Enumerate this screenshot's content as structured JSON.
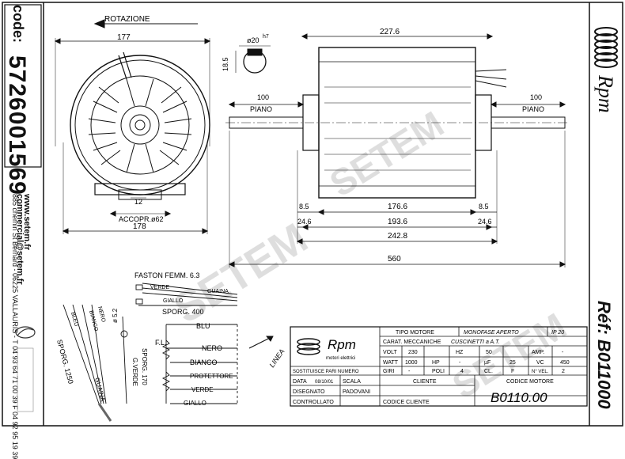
{
  "left_strip": {
    "code_label": "code:",
    "code_value": "5726001569",
    "website": "www.setem.fr",
    "email": "commercial@setem.fr",
    "address": "885 chemin St Bernard - 06225 VALLAURIS - T 04 93 64 71 00 39 F 04 92 95 19 39"
  },
  "right_strip": {
    "brand": "Rpm",
    "ref_label": "Réf: B011000"
  },
  "front_view": {
    "rotation_label": "ROTAZIONE",
    "dim_top": "177",
    "dim_bottom": "178",
    "dim_12": "12",
    "coupling_label": "ACCOPR.ø62"
  },
  "shaft_detail": {
    "diameter": "ø20",
    "tolerance": "h7",
    "depth": "18.5"
  },
  "side_view": {
    "dim_overall_top": "227.6",
    "piano_left_value": "100",
    "piano_left_label": "PIANO",
    "piano_right_value": "100",
    "piano_right_label": "PIANO",
    "dim_8_5_left": "8.5",
    "dim_176_6": "176.6",
    "dim_8_5_right": "8.5",
    "dim_24_6_left": "24.6",
    "dim_193_6": "193.6",
    "dim_24_6_right": "24.6",
    "dim_242_8": "242.8",
    "dim_560": "560"
  },
  "wiring": {
    "faston": "FASTON FEMM. 6.3",
    "verde": "VERDE",
    "guaina": "GUAINA",
    "giallo": "GIALLO",
    "sporg_400": "SPORG. 400",
    "blu": "BLU",
    "bianco_top": "BIANCO",
    "nero_top": "NERO",
    "sporg_1250": "SPORG. 1250",
    "guaina_left": "GUAINA",
    "phi_5_2": "ø 5.2",
    "g_verde": "G.VERDE",
    "sporg_170": "SPORG. 170",
    "fl": "F.L.",
    "bleu": "BLEU",
    "nero": "NERO",
    "bianco": "BIANCO",
    "protettore": "PROTETTORE",
    "verde2": "VERDE",
    "giallo2": "GIALLO",
    "linea": "LINEA"
  },
  "title_block": {
    "logo_text": "Rpm",
    "logo_sub": "motori elettrici",
    "tipo_motore_label": "TIPO MOTORE",
    "tipo_motore_value": "MONOFASE APERTO",
    "ip": "IP 20",
    "carat_label": "CARAT. MECCANICHE",
    "carat_value": "CUSCINETTI a A.T.",
    "volt_label": "VOLT",
    "volt_value": "230",
    "hz_label": "HZ",
    "hz_value": "50",
    "amp_label": "AMP.",
    "amp_value": "-",
    "watt_label": "WATT",
    "watt_value": "1000",
    "hp_label": "HP",
    "hp_value": "-",
    "uf_label": "µF",
    "uf_value": "25",
    "vc_label": "VC",
    "vc_value": "450",
    "giri_label": "GIRI",
    "giri_value": "-",
    "poli_label": "POLI",
    "poli_value": "4",
    "cl_label": "CL.",
    "cl_value": "F",
    "vel_label": "N° VEL.",
    "vel_value": "2",
    "sostituisce": "SOSTITUISCE PARI NUMERO",
    "cliente": "CLIENTE",
    "codice_motore": "CODICE MOTORE",
    "data_label": "DATA",
    "data_value": "08/10/01",
    "scala": "SCALA",
    "disegnato_label": "DISEGNATO",
    "disegnato_value": "PADOVANI",
    "controllato": "CONTROLLATO",
    "codice_cliente": "CODICE CLIENTE",
    "motor_code": "B0110.00"
  },
  "colors": {
    "ink": "#111111",
    "paper": "#ffffff",
    "watermark": "#d9d9d9"
  }
}
